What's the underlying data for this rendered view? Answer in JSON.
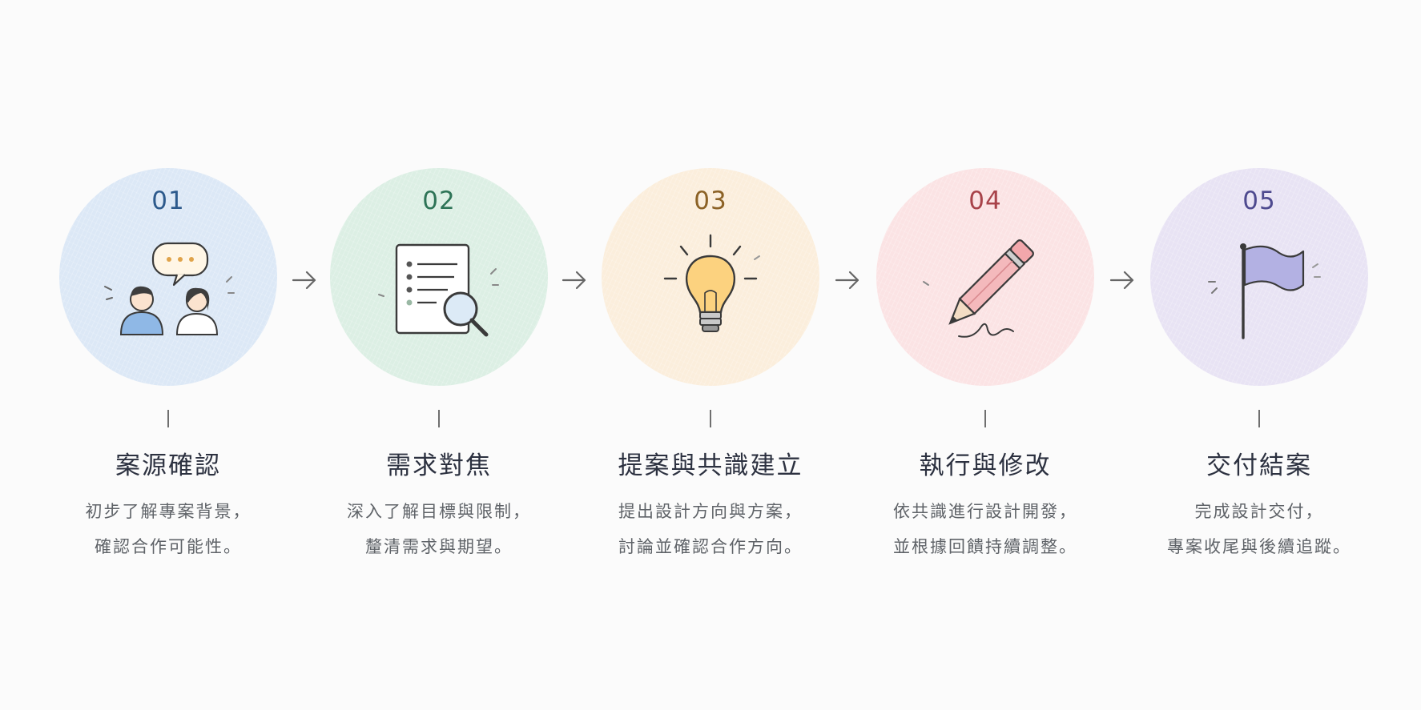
{
  "steps": [
    {
      "number": "01",
      "title": "案源確認",
      "desc_line1": "初步了解專案背景，",
      "desc_line2": "確認合作可能性。",
      "icon": "consultation-icon",
      "circle_color": "#dce8f6",
      "number_color": "#2d5a8c"
    },
    {
      "number": "02",
      "title": "需求對焦",
      "desc_line1": "深入了解目標與限制，",
      "desc_line2": "釐清需求與期望。",
      "icon": "document-search-icon",
      "circle_color": "#dcefe4",
      "number_color": "#2e7457"
    },
    {
      "number": "03",
      "title": "提案與共識建立",
      "desc_line1": "提出設計方向與方案，",
      "desc_line2": "討論並確認合作方向。",
      "icon": "lightbulb-icon",
      "circle_color": "#fbeedc",
      "number_color": "#8c6226"
    },
    {
      "number": "04",
      "title": "執行與修改",
      "desc_line1": "依共識進行設計開發，",
      "desc_line2": "並根據回饋持續調整。",
      "icon": "pencil-icon",
      "circle_color": "#fbe3e4",
      "number_color": "#a8434a"
    },
    {
      "number": "05",
      "title": "交付結案",
      "desc_line1": "完成設計交付，",
      "desc_line2": "專案收尾與後續追蹤。",
      "icon": "flag-icon",
      "circle_color": "#e8e3f4",
      "number_color": "#4e4a8f"
    }
  ],
  "arrow_icon": "arrow-right-icon"
}
